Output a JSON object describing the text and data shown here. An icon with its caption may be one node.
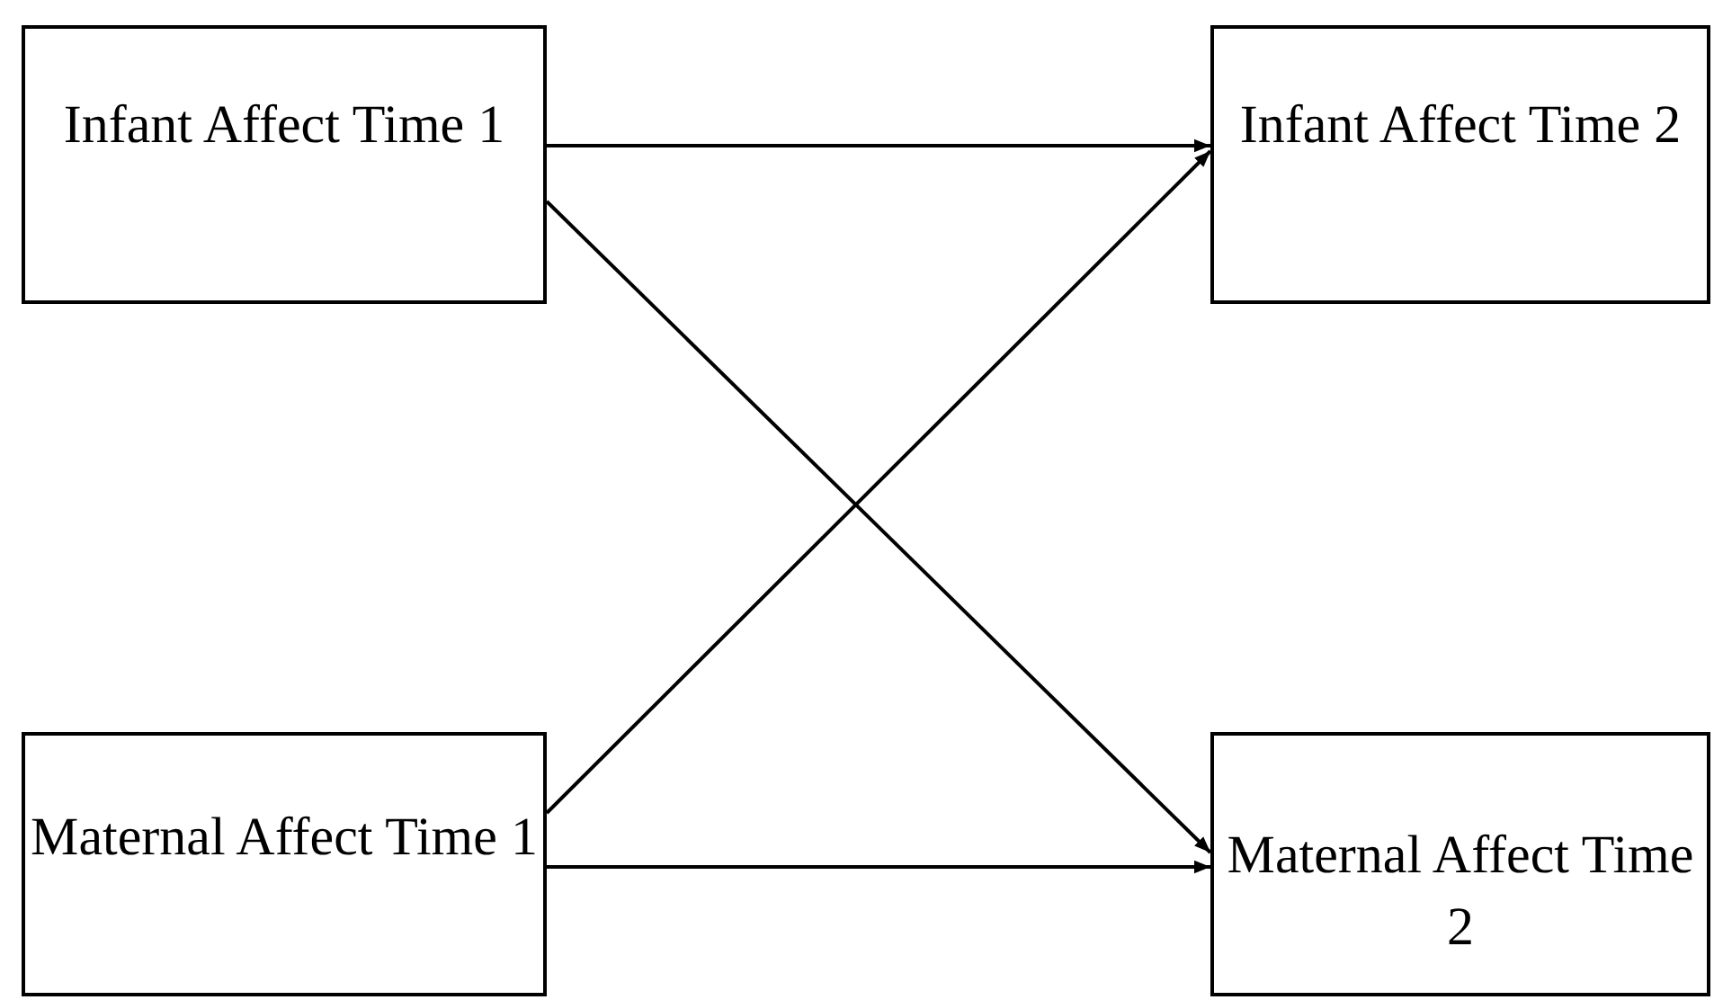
{
  "diagram": {
    "nodes": [
      {
        "text": [
          "Infant Affect Time 1"
        ]
      },
      {
        "text": [
          "Infant Affect Time 2"
        ]
      },
      {
        "text": [
          "Maternal Affect Time 1"
        ]
      },
      {
        "text": [
          "Maternal Affect Time 2"
        ]
      }
    ],
    "edges": [
      {
        "from": 0,
        "to": 1,
        "arrow": "to"
      },
      {
        "from": 0,
        "to": 3,
        "arrow": "to"
      },
      {
        "from": 2,
        "to": 1,
        "arrow": "to"
      },
      {
        "from": 2,
        "to": 3,
        "arrow": "to"
      }
    ]
  }
}
